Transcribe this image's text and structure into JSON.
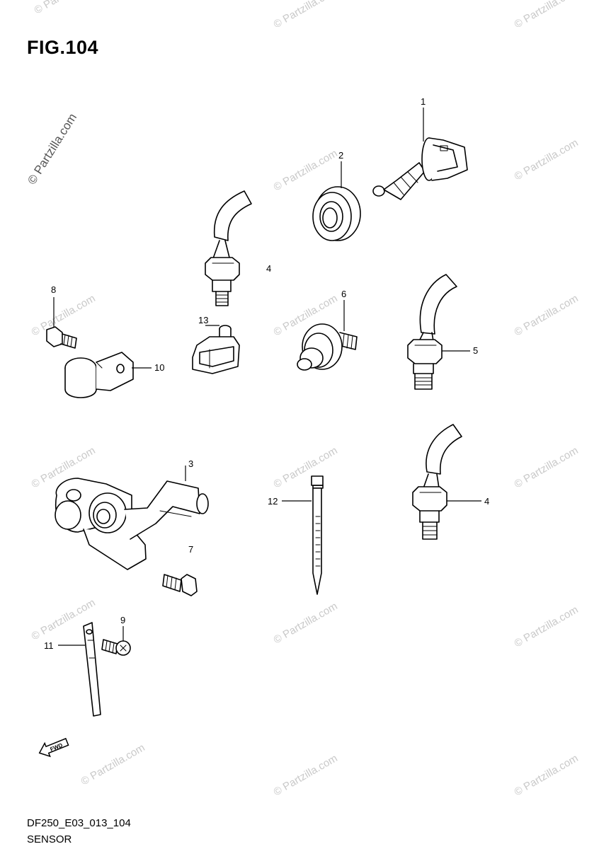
{
  "figure": {
    "title": "FIG.104",
    "code": "DF250_E03_013_104",
    "name": "SENSOR"
  },
  "watermark": {
    "text": "© Partzilla.com",
    "color": "#c9c9c9"
  },
  "fwd_indicator": {
    "label": "FWD",
    "icon": "fwd-arrow-icon"
  },
  "callouts": [
    "1",
    "2",
    "4",
    "8",
    "13",
    "6",
    "5",
    "10",
    "3",
    "12",
    "4",
    "7",
    "9",
    "11"
  ]
}
